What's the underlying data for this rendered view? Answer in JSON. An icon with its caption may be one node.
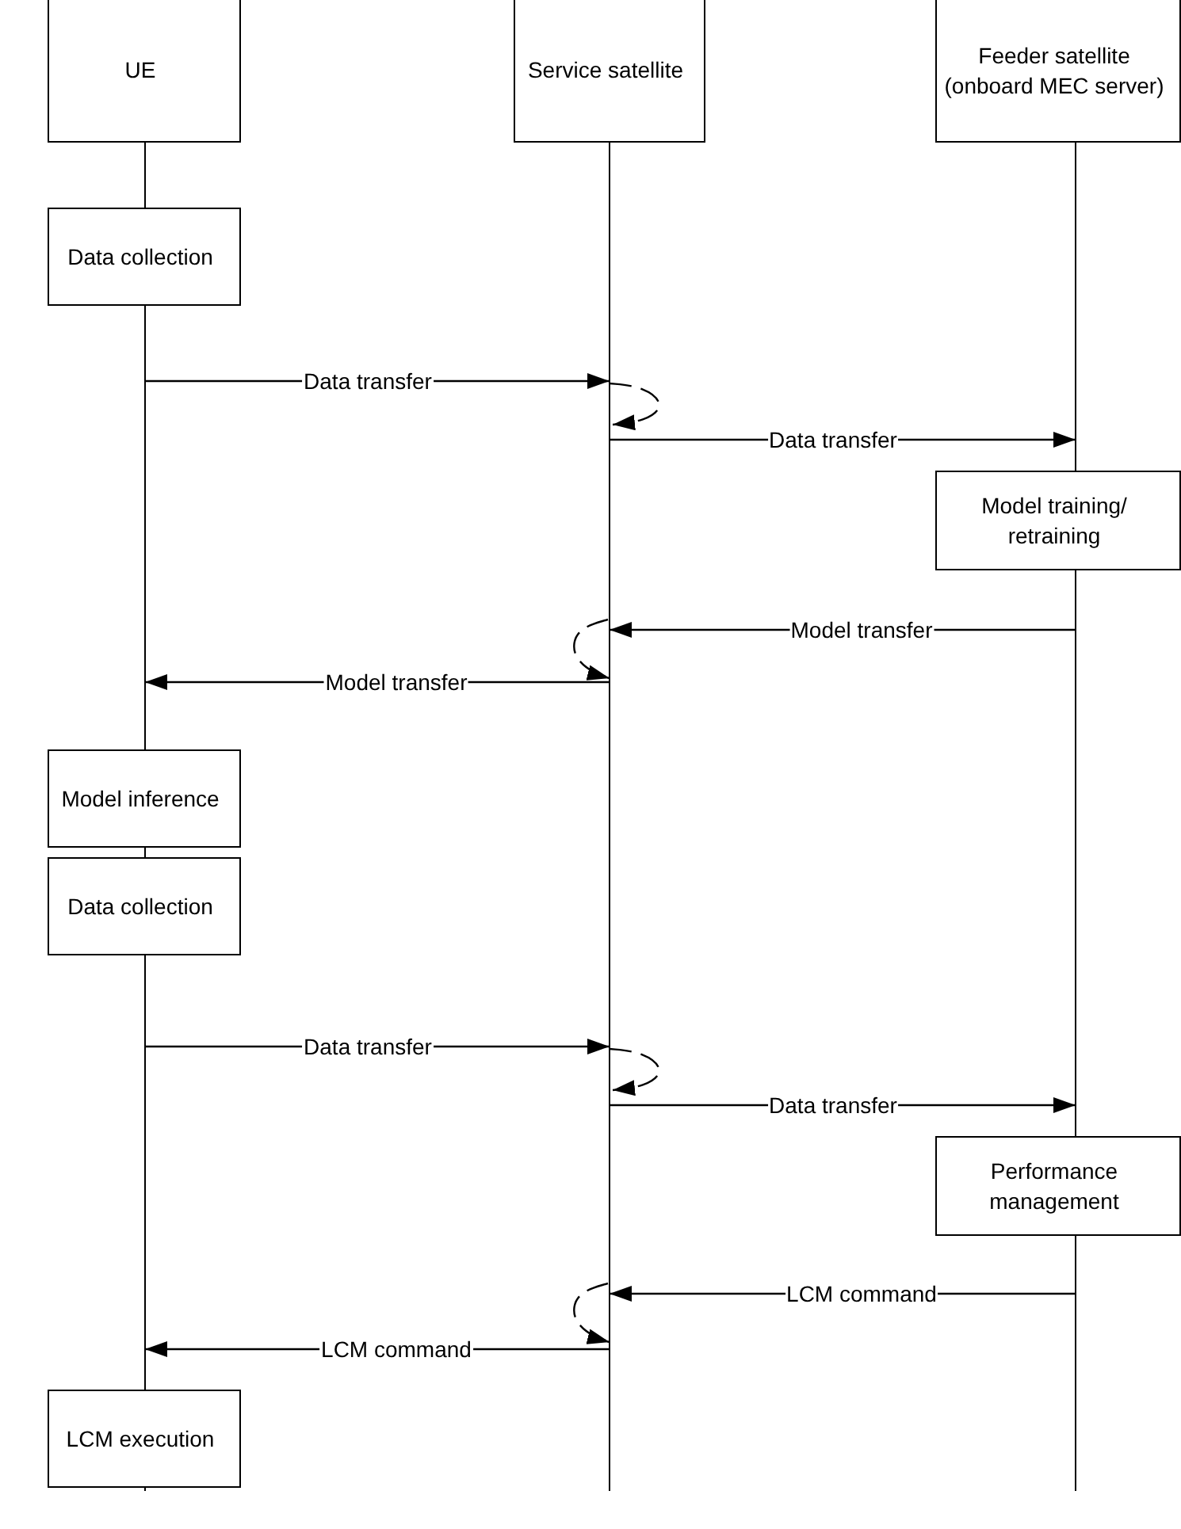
{
  "diagram": {
    "nodes": [
      {
        "text": [
          "UE"
        ]
      },
      {
        "text": [
          "Service satellite"
        ]
      },
      {
        "text": [
          "Feeder satellite (onboard MEC server)"
        ]
      },
      {
        "text": [],
        "shape": "bar"
      },
      {
        "text": [],
        "shape": "bar"
      },
      {
        "text": [],
        "shape": "bar"
      },
      {
        "text": [
          "Data collection"
        ]
      },
      {
        "text": [
          "Model training/ retraining"
        ]
      },
      {
        "text": [
          "Model inference"
        ]
      },
      {
        "text": [
          "Data collection"
        ]
      },
      {
        "text": [
          "Performance management"
        ]
      },
      {
        "text": [
          "LCM execution"
        ]
      }
    ],
    "edges": [
      {
        "from": 3,
        "to": 4,
        "label": "Data transfer",
        "arrow": "to"
      },
      {
        "from": 4,
        "to": 4,
        "arrow": "to",
        "style": "dashed"
      },
      {
        "from": 4,
        "to": 5,
        "label": "Data transfer",
        "arrow": "to"
      },
      {
        "from": 5,
        "to": 4,
        "label": "Model transfer",
        "arrow": "to"
      },
      {
        "from": 4,
        "to": 4,
        "arrow": "to",
        "style": "dashed"
      },
      {
        "from": 4,
        "to": 3,
        "label": "Model transfer",
        "arrow": "to"
      },
      {
        "from": 3,
        "to": 4,
        "label": "Data transfer",
        "arrow": "to"
      },
      {
        "from": 4,
        "to": 4,
        "arrow": "to",
        "style": "dashed"
      },
      {
        "from": 4,
        "to": 5,
        "label": "Data transfer",
        "arrow": "to"
      },
      {
        "from": 5,
        "to": 4,
        "label": "LCM command",
        "arrow": "to"
      },
      {
        "from": 4,
        "to": 4,
        "arrow": "to",
        "style": "dashed"
      },
      {
        "from": 4,
        "to": 3,
        "label": "LCM command",
        "arrow": "to"
      }
    ]
  }
}
